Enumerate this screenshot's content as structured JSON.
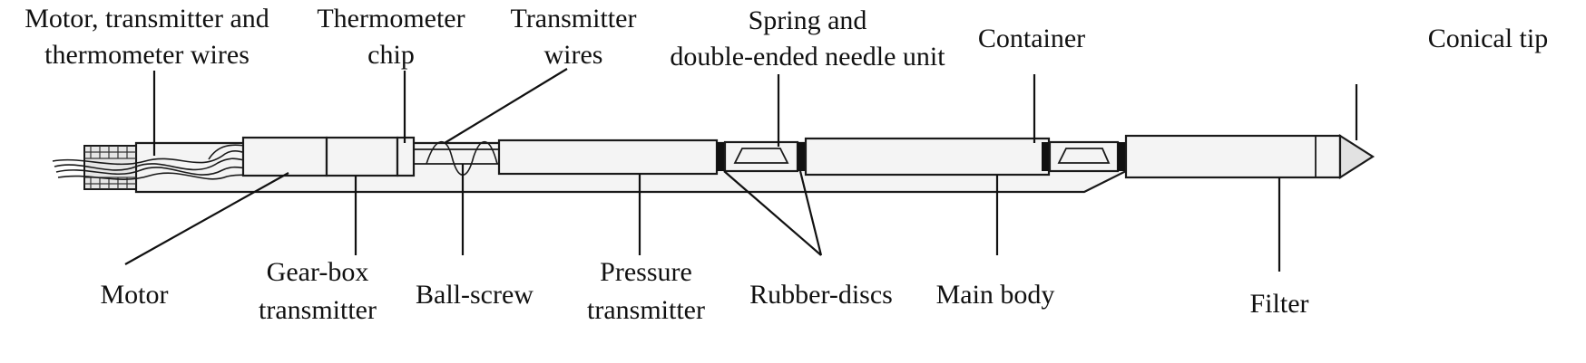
{
  "diagram": {
    "labels": {
      "wires_line1": "Motor, transmitter and",
      "wires_line2": "thermometer wires",
      "chip_line1": "Thermometer",
      "chip_line2": "chip",
      "twires_line1": "Transmitter",
      "twires_line2": "wires",
      "spring_line1": "Spring and",
      "spring_line2": "double-ended needle unit",
      "container": "Container",
      "tip": "Conical tip",
      "motor": "Motor",
      "gearbox_line1": "Gear-box",
      "gearbox_line2": "transmitter",
      "ballscrew": "Ball-screw",
      "pressure_line1": "Pressure",
      "pressure_line2": "transmitter",
      "rubber": "Rubber-discs",
      "mainbody": "Main body",
      "filter": "Filter"
    }
  }
}
